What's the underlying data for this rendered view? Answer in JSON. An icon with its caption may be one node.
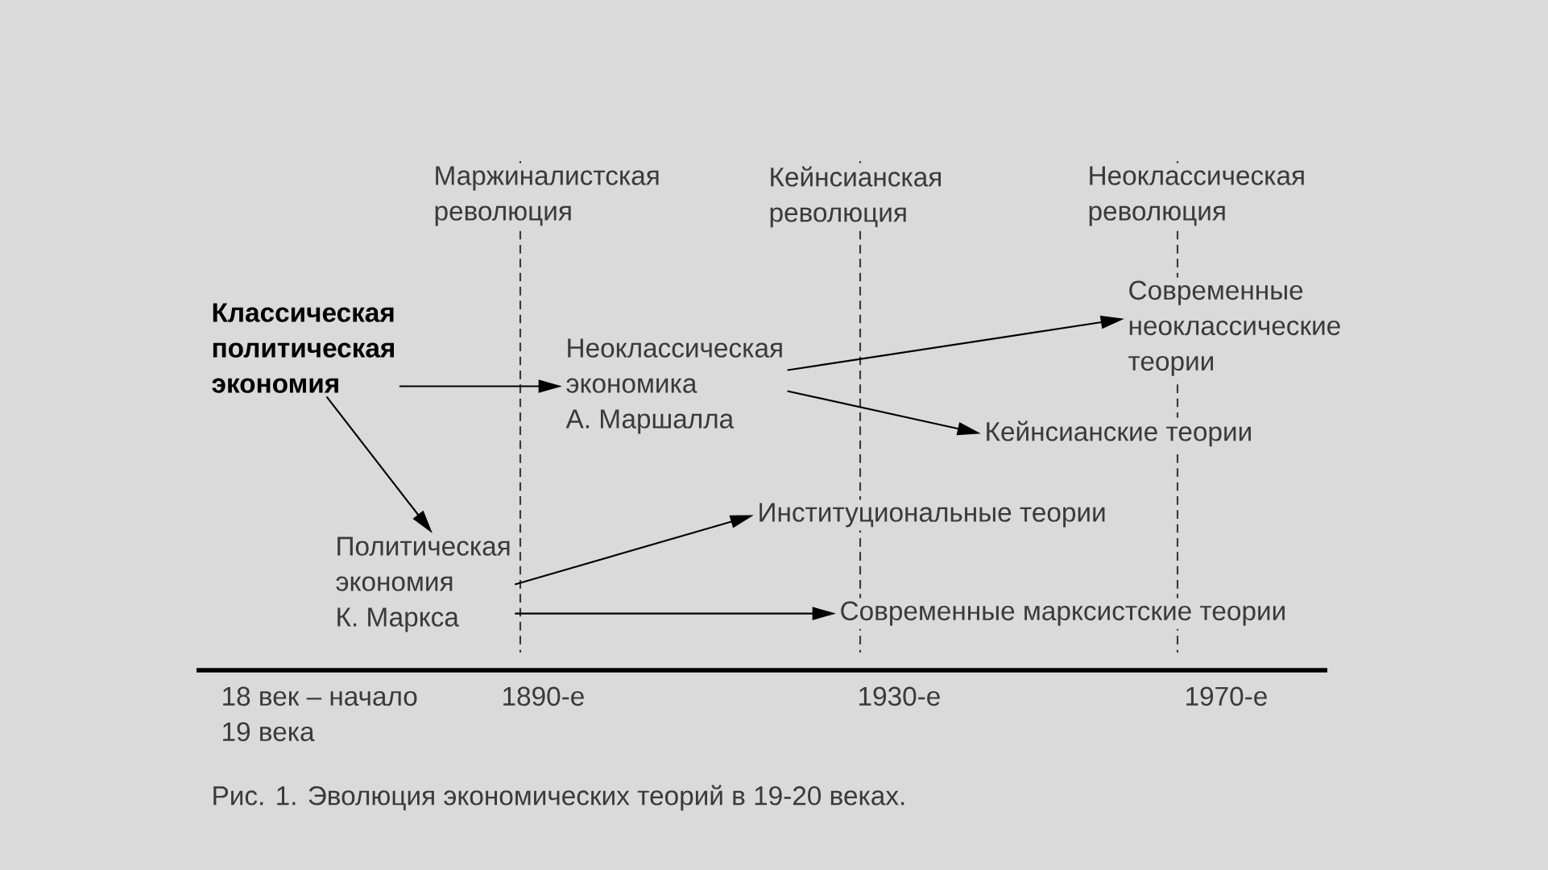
{
  "diagram": {
    "caption": "Рис. 1. Эволюция экономических теорий в 19-20 веках.",
    "nodes": [
      {
        "text": [
          "Классическая политическая экономия"
        ]
      },
      {
        "text": [
          "Неоклассическая экономика А. Маршалла"
        ]
      },
      {
        "text": [
          "Политическая экономия К. Маркса"
        ]
      },
      {
        "text": [
          "Современные неоклассические теории"
        ]
      },
      {
        "text": [
          "Кейнсианские теории"
        ]
      },
      {
        "text": [
          "Институциональные теории"
        ]
      },
      {
        "text": [
          "Современные марксистские теории"
        ]
      }
    ],
    "edges": [
      {
        "from": 0,
        "to": 1,
        "arrow": "to"
      },
      {
        "from": 0,
        "to": 2,
        "arrow": "to"
      },
      {
        "from": 1,
        "to": 3,
        "arrow": "to"
      },
      {
        "from": 1,
        "to": 4,
        "arrow": "to"
      },
      {
        "from": 2,
        "to": 5,
        "arrow": "to"
      },
      {
        "from": 2,
        "to": 6,
        "arrow": "to"
      }
    ],
    "labels": [
      "Маржиналистская революция",
      "Кейнсианская революция",
      "Неоклассическая революция",
      "18 век – начало 19 века",
      "1890-е",
      "1930-е",
      "1970-е"
    ]
  }
}
